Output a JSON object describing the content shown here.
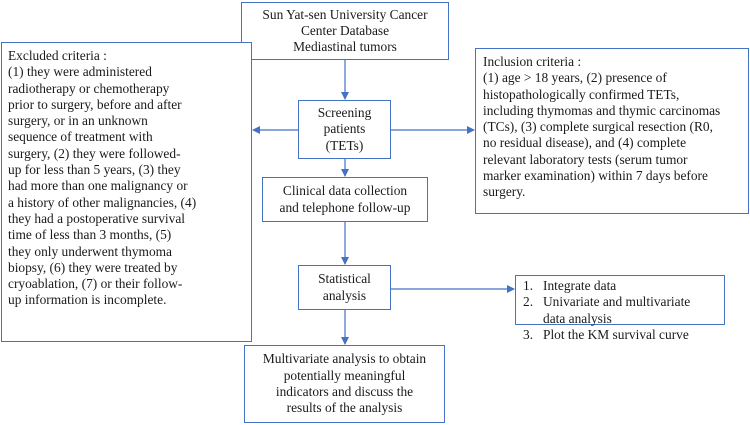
{
  "db_box": {
    "lines": [
      "Sun Yat-sen University Cancer",
      "Center Database",
      "Mediastinal tumors"
    ]
  },
  "screening_box": {
    "lines": [
      "Screening",
      "patients",
      "(TETs)"
    ]
  },
  "collection_box": {
    "lines": [
      "Clinical data collection",
      "and telephone follow-up"
    ]
  },
  "statistical_box": {
    "lines": [
      "Statistical",
      "analysis"
    ]
  },
  "final_box": {
    "lines": [
      "Multivariate analysis to obtain",
      "potentially meaningful",
      "indicators and discuss the",
      "results of the analysis"
    ]
  },
  "excluded_box": {
    "lines": [
      "Excluded criteria :",
      "(1) they were administered",
      "radiotherapy or chemotherapy",
      "prior to surgery, before and after",
      "surgery, or in an unknown",
      "sequence of treatment with",
      "surgery, (2) they were followed-",
      "up for less than 5 years, (3) they",
      "had more than one malignancy or",
      "a history of other malignancies, (4)",
      "they had a postoperative survival",
      "time of less than 3 months, (5)",
      "they only underwent thymoma",
      "biopsy, (6) they were treated by",
      "cryoablation, (7) or their follow-",
      "up information is incomplete."
    ]
  },
  "inclusion_box": {
    "lines": [
      "Inclusion criteria :",
      "(1) age > 18 years, (2) presence of",
      "histopathologically confirmed TETs,",
      "including thymomas and thymic carcinomas",
      "(TCs), (3) complete surgical resection (R0,",
      "no residual disease), and (4) complete",
      "relevant laboratory tests (serum tumor",
      "marker examination) within 7 days before",
      "surgery."
    ]
  },
  "steps_box": {
    "items": [
      {
        "num": "1.",
        "lines": [
          "Integrate data"
        ]
      },
      {
        "num": "2.",
        "lines": [
          "Univariate and multivariate",
          "data analysis"
        ]
      },
      {
        "num": "3.",
        "lines": [
          "Plot the KM survival curve"
        ]
      }
    ]
  },
  "colors": {
    "border": "#4472c4",
    "arrow": "#4472c4",
    "text": "#1a1a1a"
  }
}
